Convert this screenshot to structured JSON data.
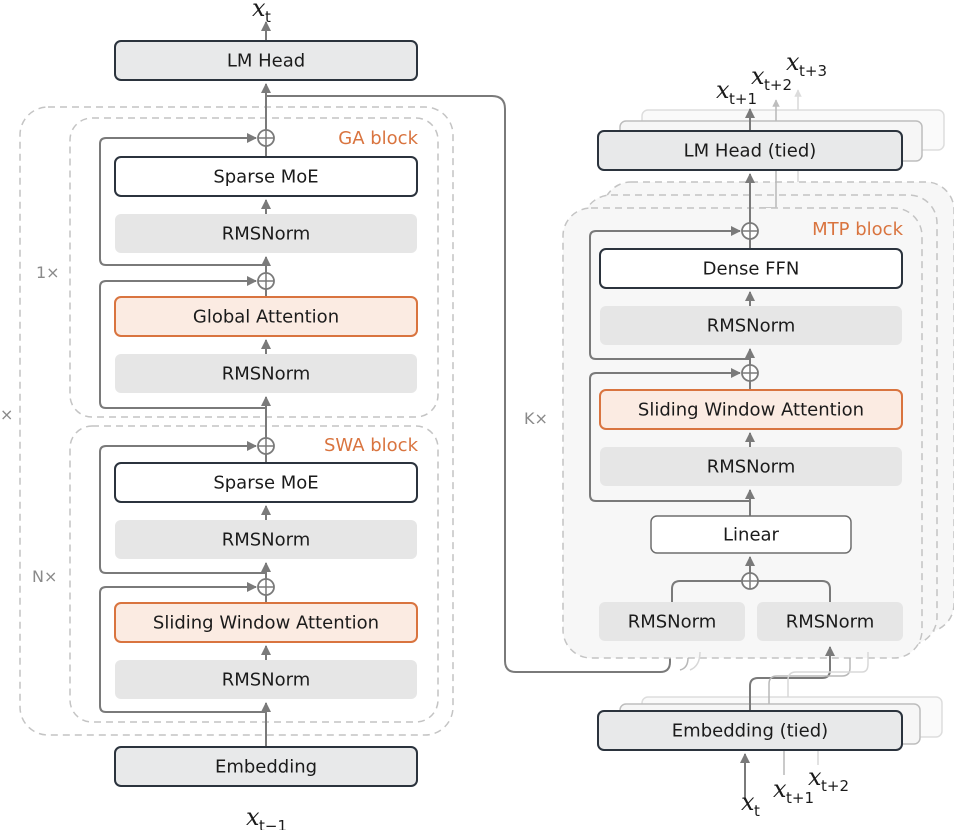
{
  "left": {
    "output": {
      "base": "x",
      "sub": "t"
    },
    "input": {
      "base": "x",
      "sub": "t−1"
    },
    "lm_head": "LM Head",
    "embedding": "Embedding",
    "outer_multiplier": "×",
    "ga_block": {
      "title": "GA block",
      "multiplier": "1×",
      "moe": "Sparse MoE",
      "norm2": "RMSNorm",
      "attention": "Global Attention",
      "norm1": "RMSNorm"
    },
    "swa_block": {
      "title": "SWA block",
      "multiplier": "N×",
      "moe": "Sparse MoE",
      "norm2": "RMSNorm",
      "attention": "Sliding Window Attention",
      "norm1": "RMSNorm"
    }
  },
  "right": {
    "outputs": [
      {
        "base": "x",
        "sub": "t+1"
      },
      {
        "base": "x",
        "sub": "t+2"
      },
      {
        "base": "x",
        "sub": "t+3"
      }
    ],
    "inputs": [
      {
        "base": "x",
        "sub": "t"
      },
      {
        "base": "x",
        "sub": "t+1"
      },
      {
        "base": "x",
        "sub": "t+2"
      }
    ],
    "lm_head": "LM Head (tied)",
    "embedding": "Embedding (tied)",
    "mtp_block": {
      "title": "MTP block",
      "multiplier": "K×",
      "ffn": "Dense FFN",
      "norm2": "RMSNorm",
      "attention": "Sliding Window Attention",
      "norm1": "RMSNorm",
      "linear": "Linear",
      "norm_a": "RMSNorm",
      "norm_b": "RMSNorm"
    }
  },
  "colors": {
    "accent": "#d9743f",
    "head_fill": "#e8e9ea",
    "norm_fill": "#e6e6e6",
    "attention_fill": "#fbebe2"
  }
}
